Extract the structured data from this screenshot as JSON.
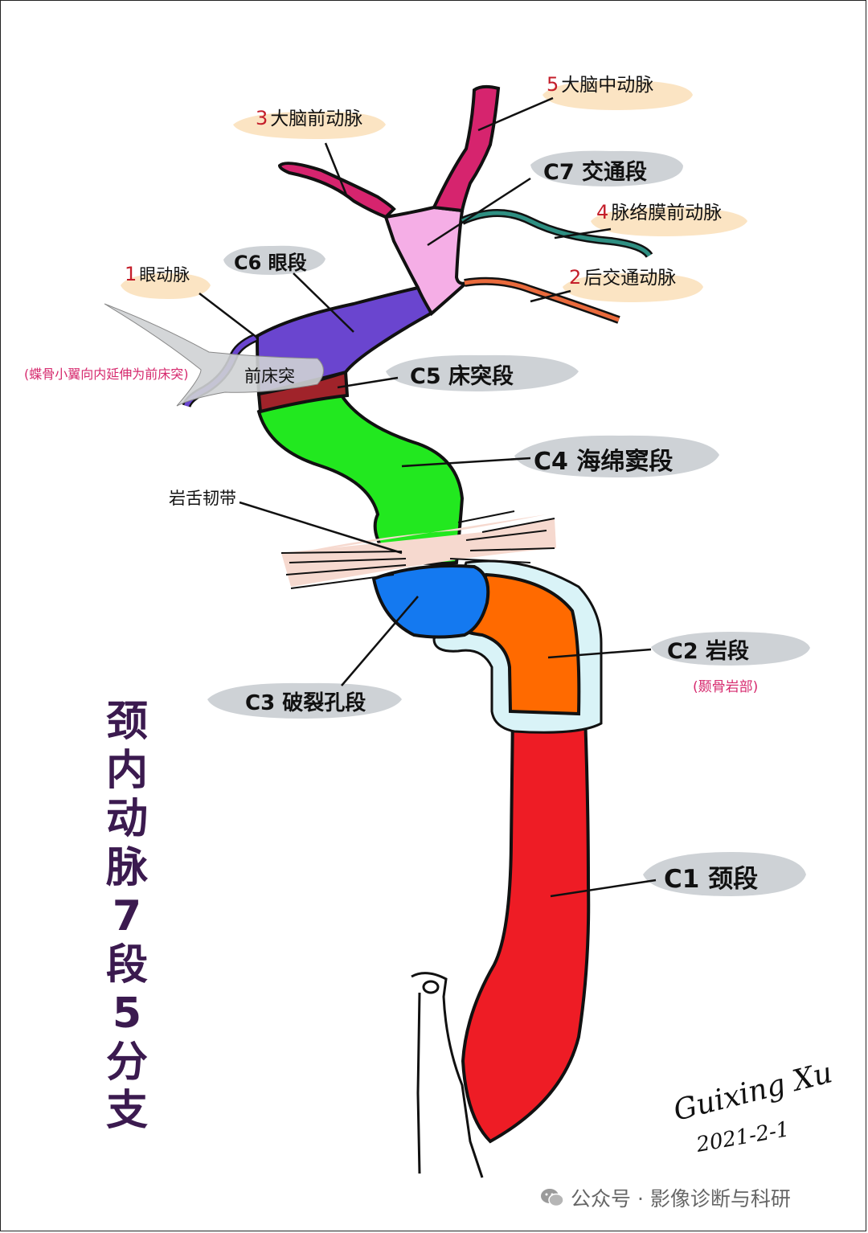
{
  "title_chars": [
    "颈",
    "内",
    "动",
    "脉",
    "7",
    "段",
    "5",
    "分",
    "支"
  ],
  "segments": {
    "c1": "C1 颈段",
    "c2": "C2 岩段",
    "c2_note": "(颞骨岩部)",
    "c3": "C3 破裂孔段",
    "c4": "C4 海绵窦段",
    "c5": "C5 床突段",
    "c6": "C6 眼段",
    "c7": "C7 交通段"
  },
  "branches": [
    {
      "num": "1",
      "name": "眼动脉"
    },
    {
      "num": "2",
      "name": "后交通动脉"
    },
    {
      "num": "3",
      "name": "大脑前动脉"
    },
    {
      "num": "4",
      "name": "脉络膜前动脉"
    },
    {
      "num": "5",
      "name": "大脑中动脉"
    }
  ],
  "structures": {
    "ligament": "岩舌韧带",
    "clinoid": "前床突",
    "clinoid_note": "(蝶骨小翼向内延伸为前床突)"
  },
  "signature": {
    "name": "Guixing Xu",
    "date": "2021-2-1"
  },
  "footer": {
    "text": "公众号 · 影像诊断与科研"
  },
  "colors": {
    "c1": "#ee1c25",
    "c2": "#ff6a00",
    "c3": "#1479f0",
    "c4": "#22e81f",
    "c5": "#a0232a",
    "c6": "#6a45cf",
    "c7": "#f5aee6",
    "aca_mca": "#d6246e",
    "choroidal": "#2e8f82",
    "pcom": "#ea6a3c",
    "canal": "#d9f3f7",
    "title": "#3b1a4f"
  }
}
